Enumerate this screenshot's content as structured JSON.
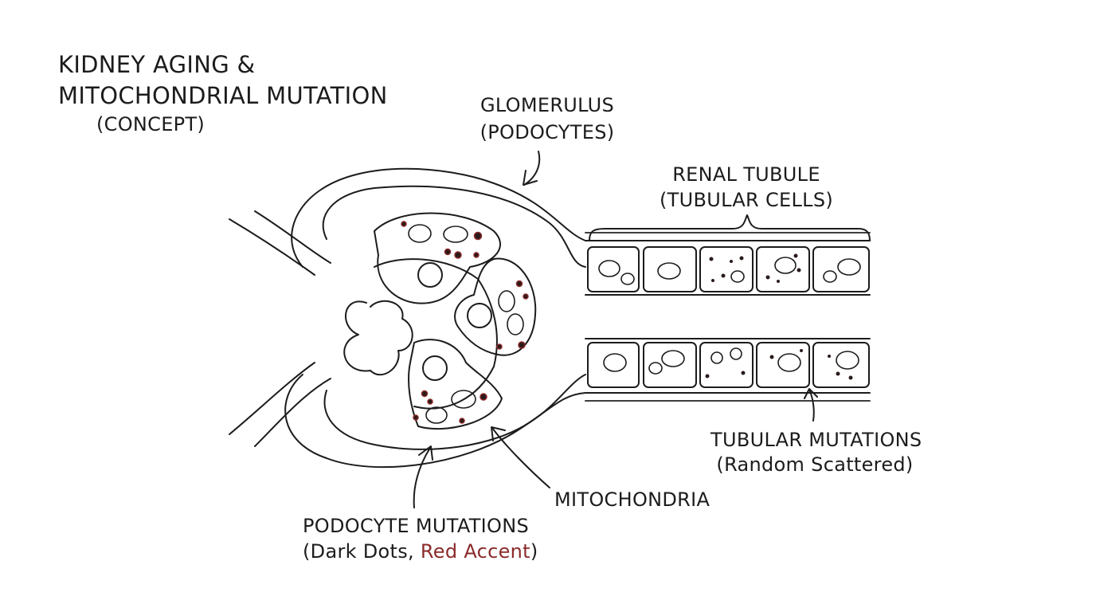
{
  "title": {
    "line1": "KIDNEY AGING &",
    "line2": "MITOCHONDRIAL MUTATION",
    "line3": "(CONCEPT)"
  },
  "labels": {
    "glomerulus": {
      "line1": "GLOMERULUS",
      "line2": "(PODOCYTES)"
    },
    "renal_tubule": {
      "line1": "RENAL TUBULE",
      "line2": "(TUBULAR CELLS)"
    },
    "tubular_mutations": {
      "line1": "TUBULAR MUTATIONS",
      "line2": "(Random Scattered)"
    },
    "mitochondria": "MITOCHONDRIA",
    "podocyte_mutations": {
      "line1": "PODOCYTE MUTATIONS",
      "line2_open": "(Dark Dots, ",
      "line2_accent": "Red Accent",
      "line2_close": ")"
    }
  },
  "colors": {
    "ink": "#1c1c1c",
    "mutation_dot": "#2a1a1a",
    "red_accent": "#8b2a2a",
    "background": "#ffffff"
  }
}
